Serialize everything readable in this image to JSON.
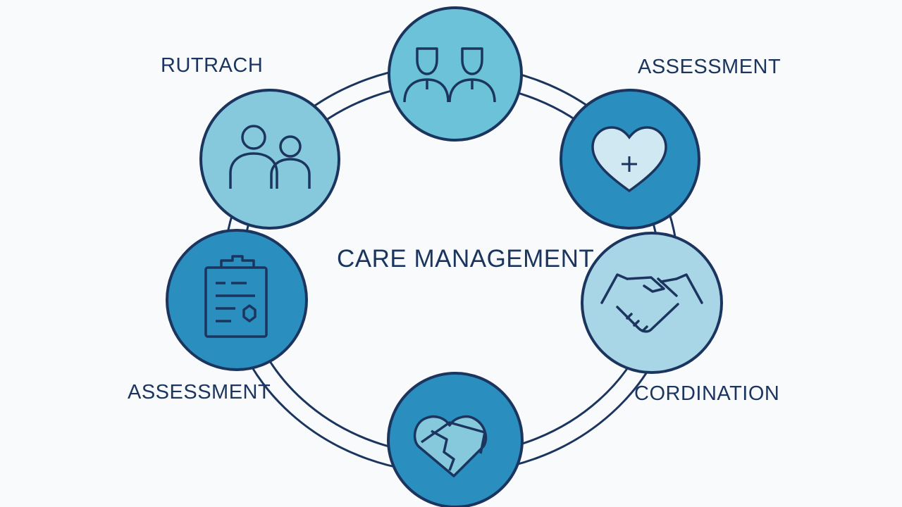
{
  "diagram": {
    "center_title": "CARE MANAGEMENT",
    "labels": {
      "top_left": "RUTRACH",
      "top_right": "ASSESSMENT",
      "bottom_left": "ASSESSMENT",
      "bottom_right": "CORDINATION"
    },
    "nodes": [
      {
        "id": "top",
        "icon": "two-people-icon"
      },
      {
        "id": "upper-left",
        "icon": "people-icon"
      },
      {
        "id": "upper-right",
        "icon": "heart-plus-icon"
      },
      {
        "id": "lower-left",
        "icon": "clipboard-icon"
      },
      {
        "id": "lower-right",
        "icon": "handshake-icon"
      },
      {
        "id": "bottom",
        "icon": "heart-care-icon"
      }
    ],
    "colors": {
      "outline": "#1b355f",
      "light_fill": "#86c9dc",
      "mid_fill": "#5cb8d4",
      "dark_fill": "#2a8fbf",
      "pale_fill": "#a9d6e6"
    }
  }
}
